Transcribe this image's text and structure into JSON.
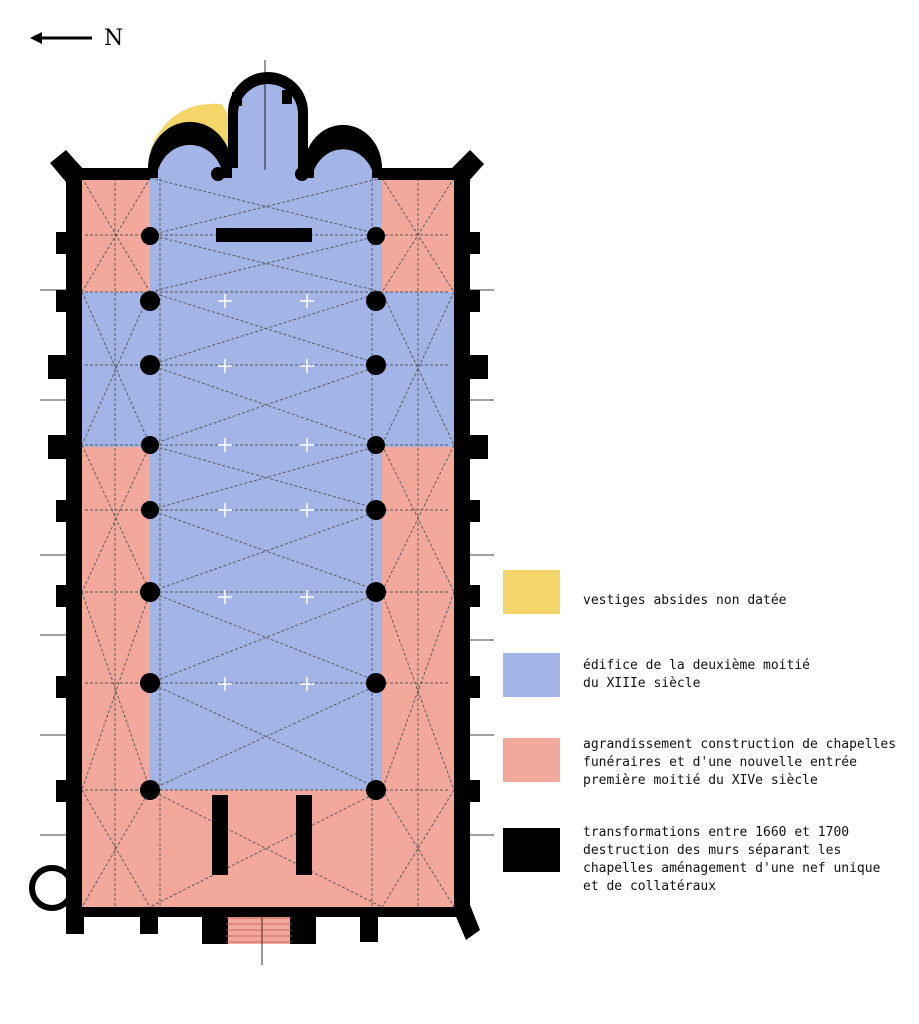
{
  "north_label": "N",
  "colors": {
    "yellow": "#f3d56a",
    "blue": "#a3b4e6",
    "salmon": "#f2a89b",
    "black": "#000000"
  },
  "legend": [
    {
      "color": "#f3d56a",
      "text": "vestiges absides non datée"
    },
    {
      "color": "#a3b4e6",
      "text": "édifice de la deuxième moitié\ndu XIIIe siècle"
    },
    {
      "color": "#f2a89b",
      "text": "agrandissement construction de chapelles\nfunéraires et d'une nouvelle entrée\npremière moitié du XIVe siècle"
    },
    {
      "color": "#000000",
      "text": "transformations entre 1660 et 1700\ndestruction des murs séparant les\nchapelles aménagement d'une nef unique\net de collatéraux"
    }
  ]
}
